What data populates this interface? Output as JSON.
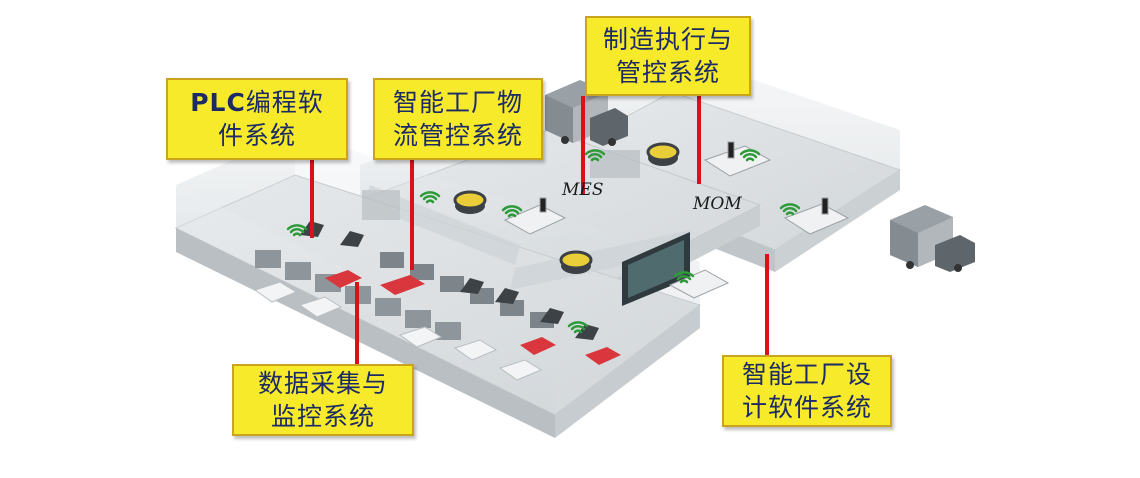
{
  "callouts": {
    "mes_system": {
      "line1": "制造执行与",
      "line2": "管控系统"
    },
    "plc_software": {
      "line1_prefix": "PLC",
      "line1_rest": "编程软",
      "line2": "件系统"
    },
    "logistics": {
      "line1": "智能工厂物",
      "line2": "流管控系统"
    },
    "data_acquisition": {
      "line1": "数据采集与",
      "line2": "监控系统"
    },
    "factory_design": {
      "line1": "智能工厂设",
      "line2": "计软件系统"
    }
  },
  "floor_labels": {
    "mes": "MES",
    "mom": "MOM"
  },
  "colors": {
    "callout_fill": "#f6ea2a",
    "callout_border": "#c9a41c",
    "callout_text": "#1c2a66",
    "leader_line": "#d8121b",
    "wifi": "#2e9b3a",
    "red_pallet": "#d9363e",
    "glass": "#dfe3e6"
  },
  "icons": [
    "wifi-icon",
    "truck-icon",
    "robot-arm-icon",
    "workstation-icon",
    "conveyor-icon",
    "wall-screen-icon"
  ]
}
